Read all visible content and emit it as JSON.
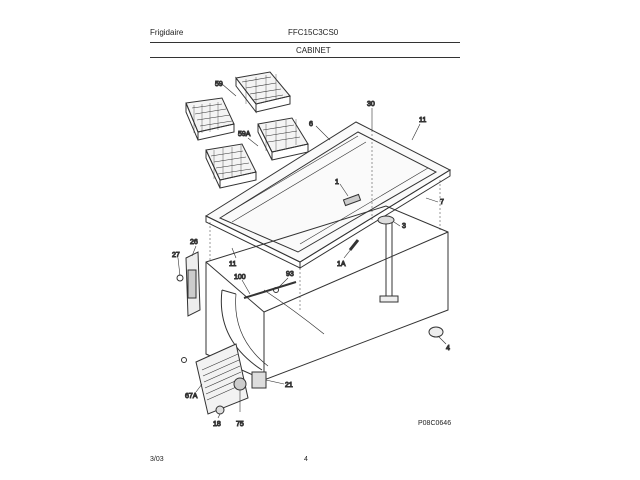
{
  "header": {
    "brand": "Frigidaire",
    "model": "FFC15C3CS0",
    "section": "CABINET"
  },
  "footer": {
    "date": "3/03",
    "page": "4",
    "diagram_code": "P08C0646"
  },
  "callouts": [
    {
      "id": "c59",
      "text": "59"
    },
    {
      "id": "c30",
      "text": "30"
    },
    {
      "id": "c6",
      "text": "6"
    },
    {
      "id": "c11a",
      "text": "11"
    },
    {
      "id": "c59a",
      "text": "59A"
    },
    {
      "id": "c1",
      "text": "1"
    },
    {
      "id": "c7",
      "text": "7"
    },
    {
      "id": "c3",
      "text": "3"
    },
    {
      "id": "c26",
      "text": "26"
    },
    {
      "id": "c27",
      "text": "27"
    },
    {
      "id": "c11b",
      "text": "11"
    },
    {
      "id": "c1a",
      "text": "1A"
    },
    {
      "id": "c100",
      "text": "100"
    },
    {
      "id": "c93",
      "text": "93"
    },
    {
      "id": "c4",
      "text": "4"
    },
    {
      "id": "c21",
      "text": "21"
    },
    {
      "id": "c67a",
      "text": "67A"
    },
    {
      "id": "c18",
      "text": "18"
    },
    {
      "id": "c75",
      "text": "75"
    }
  ]
}
